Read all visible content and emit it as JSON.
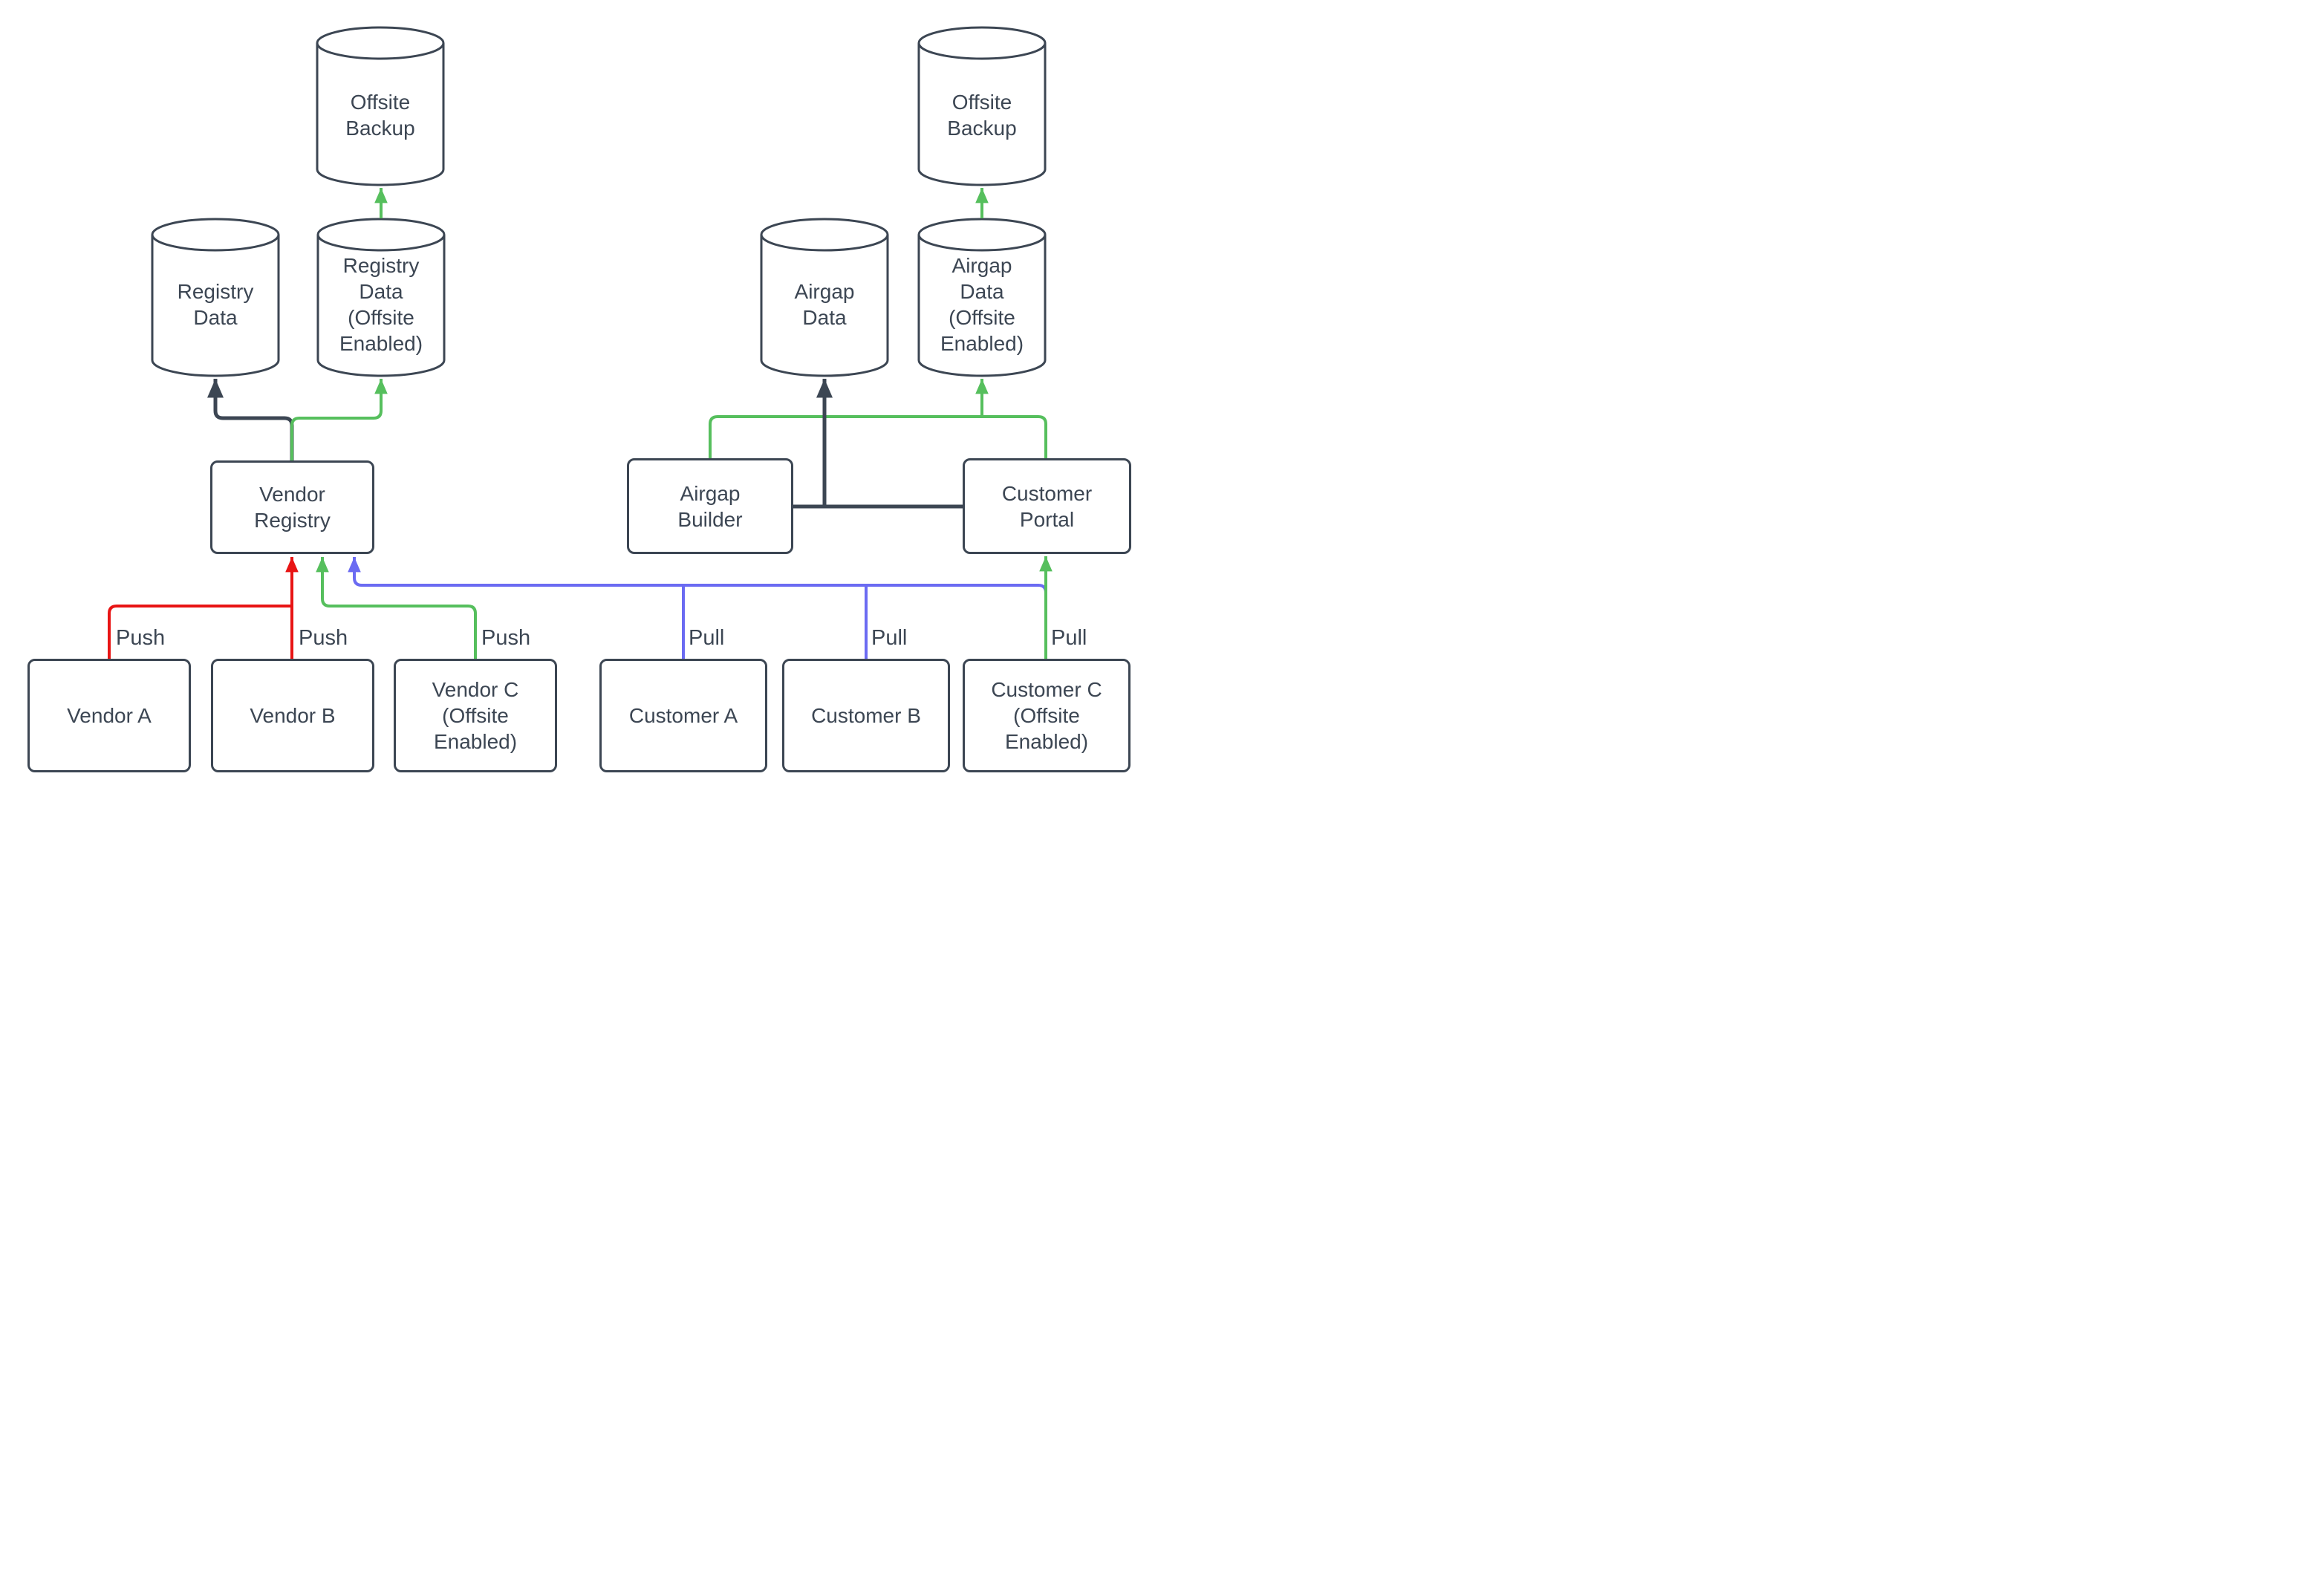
{
  "diagram": {
    "type": "flowchart",
    "background": "#ffffff",
    "colors": {
      "node_stroke": "#3c4653",
      "text": "#3c4653",
      "push_red": "#e81414",
      "offsite_green": "#56bf5d",
      "pull_blue": "#6b6bf2"
    },
    "cylinders": [
      {
        "id": "offsite-backup-left",
        "label": "Offsite Backup"
      },
      {
        "id": "registry-data",
        "label": "Registry Data"
      },
      {
        "id": "registry-data-offsite",
        "label": "Registry Data (Offsite Enabled)"
      },
      {
        "id": "airgap-data",
        "label": "Airgap Data"
      },
      {
        "id": "airgap-data-offsite",
        "label": "Airgap Data (Offsite Enabled)"
      },
      {
        "id": "offsite-backup-right",
        "label": "Offsite Backup"
      }
    ],
    "boxes": [
      {
        "id": "vendor-registry",
        "label": "Vendor Registry"
      },
      {
        "id": "airgap-builder",
        "label": "Airgap Builder"
      },
      {
        "id": "customer-portal",
        "label": "Customer Portal"
      },
      {
        "id": "vendor-a",
        "label": "Vendor A"
      },
      {
        "id": "vendor-b",
        "label": "Vendor B"
      },
      {
        "id": "vendor-c",
        "label": "Vendor C (Offsite Enabled)"
      },
      {
        "id": "customer-a",
        "label": "Customer A"
      },
      {
        "id": "customer-b",
        "label": "Customer B"
      },
      {
        "id": "customer-c",
        "label": "Customer C (Offsite Enabled)"
      }
    ],
    "edge_labels": [
      {
        "id": "push-vendor-a",
        "text": "Push"
      },
      {
        "id": "push-vendor-b",
        "text": "Push"
      },
      {
        "id": "push-vendor-c",
        "text": "Push"
      },
      {
        "id": "pull-customer-a",
        "text": "Pull"
      },
      {
        "id": "pull-customer-b",
        "text": "Pull"
      },
      {
        "id": "pull-customer-c",
        "text": "Pull"
      }
    ]
  }
}
